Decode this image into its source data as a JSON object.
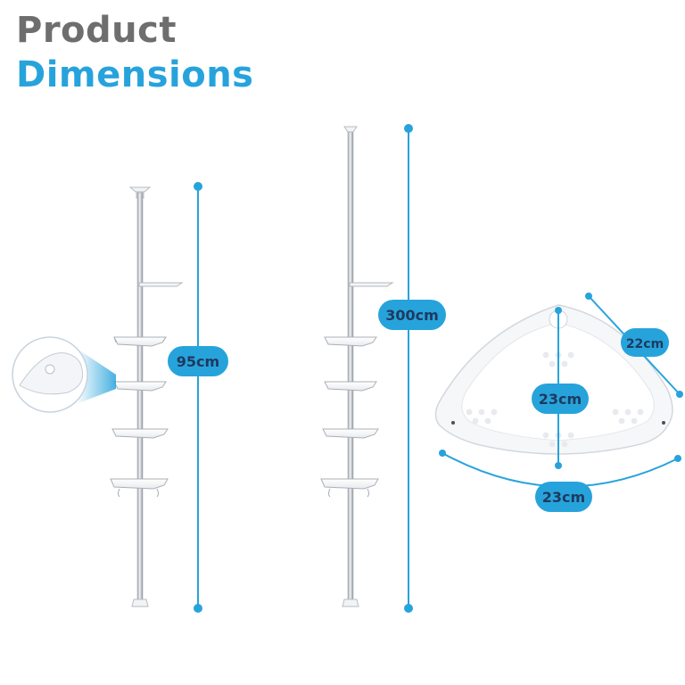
{
  "title": {
    "line1": "Product",
    "line2": "Dimensions"
  },
  "dimensions": {
    "min_height": "95cm",
    "max_height": "300cm",
    "shelf_side": "22cm",
    "shelf_depth": "23cm",
    "shelf_width": "23cm"
  },
  "colors": {
    "title_gray": "#6e6e6e",
    "accent_blue": "#27a3dc",
    "label_text": "#1e3a5f",
    "pole_silver": "#c9ccd1",
    "shelf_white": "#f4f5f7"
  }
}
